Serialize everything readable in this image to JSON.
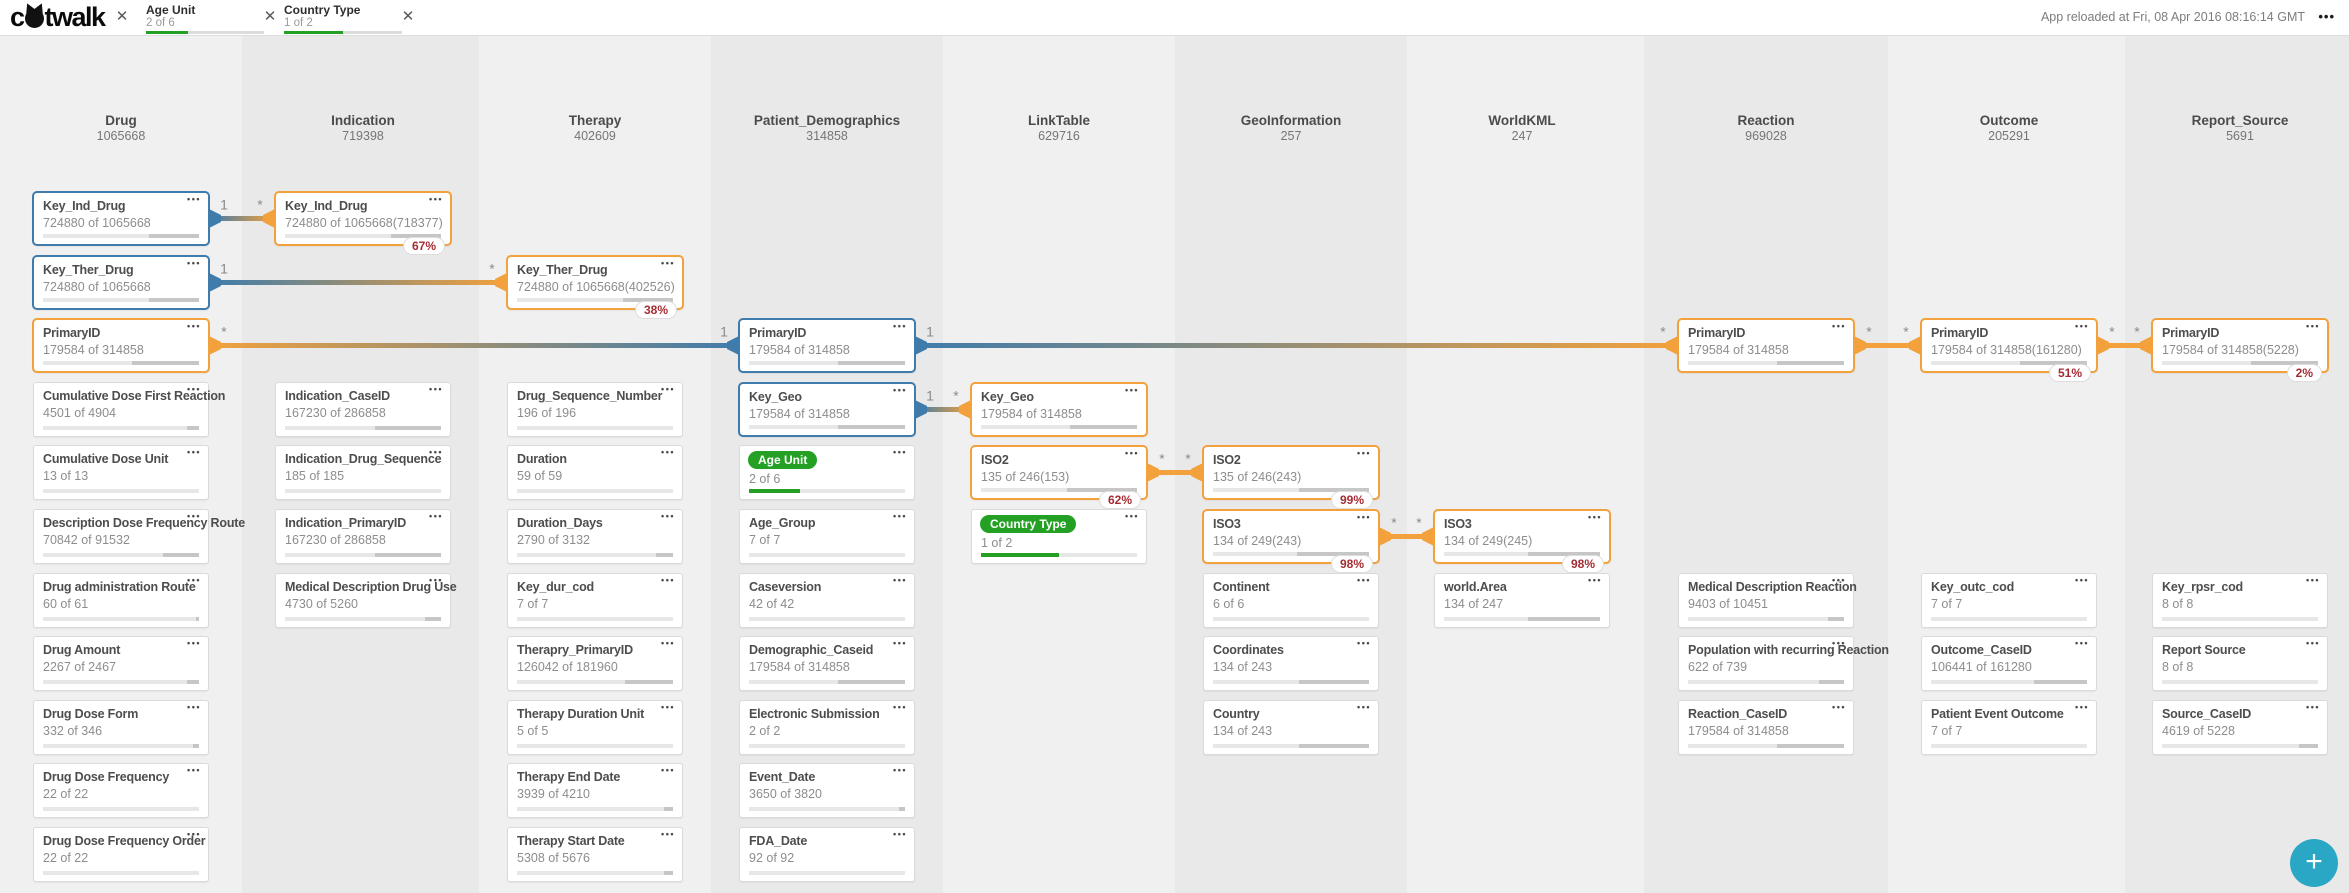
{
  "topbar": {
    "logo_prefix": "c",
    "logo_suffix": "twalk",
    "clear_glyph": "✕",
    "chips": [
      {
        "label": "Age Unit",
        "count": "2 of 6",
        "pct": 36,
        "close_glyph": "✕"
      },
      {
        "label": "Country Type",
        "count": "1 of 2",
        "pct": 50,
        "close_glyph": "✕"
      }
    ],
    "status": "App reloaded at Fri, 08 Apr 2016 08:16:14 GMT",
    "menu_glyph": "•••"
  },
  "colors": {
    "blue": "#3f7cac",
    "orange": "#f2a13c",
    "green": "#24a124",
    "badge_text": "#a62c33",
    "label_gray": "#8a8a8a"
  },
  "fab": {
    "plus_glyph": "+"
  },
  "columns": [
    {
      "name": "Drug",
      "count": "1065668",
      "shaded": false,
      "fields": [
        {
          "title": "Key_Ind_Drug",
          "count": "724880 of 1065668",
          "row": 1,
          "border": "blue",
          "pct": 68
        },
        {
          "title": "Key_Ther_Drug",
          "count": "724880 of 1065668",
          "row": 2,
          "border": "blue",
          "pct": 68
        },
        {
          "title": "PrimaryID",
          "count": "179584 of 314858",
          "row": 3,
          "border": "orange",
          "pct": 57
        },
        {
          "title": "Cumulative Dose First Reaction",
          "count": "4501 of 4904",
          "row": 4,
          "pct": 92
        },
        {
          "title": "Cumulative Dose Unit",
          "count": "13 of 13",
          "row": 5,
          "pct": 100
        },
        {
          "title": "Description Dose Frequency Route",
          "count": "70842 of 91532",
          "row": 6,
          "pct": 77
        },
        {
          "title": "Drug administration Route",
          "count": "60 of 61",
          "row": 7,
          "pct": 98
        },
        {
          "title": "Drug Amount",
          "count": "2267 of 2467",
          "row": 8,
          "pct": 92
        },
        {
          "title": "Drug Dose Form",
          "count": "332 of 346",
          "row": 9,
          "pct": 96
        },
        {
          "title": "Drug Dose Frequency",
          "count": "22 of 22",
          "row": 10,
          "pct": 100
        },
        {
          "title": "Drug Dose Frequency Order",
          "count": "22 of 22",
          "row": 11,
          "pct": 100
        }
      ]
    },
    {
      "name": "Indication",
      "count": "719398",
      "shaded": true,
      "fields": [
        {
          "title": "Key_Ind_Drug",
          "count": "724880 of 1065668(718377)",
          "row": 1,
          "border": "orange",
          "pct": 68,
          "badge": "67%"
        },
        {
          "title": "Indication_CaseID",
          "count": "167230 of 286858",
          "row": 4,
          "pct": 58
        },
        {
          "title": "Indication_Drug_Sequence",
          "count": "185 of 185",
          "row": 5,
          "pct": 100
        },
        {
          "title": "Indication_PrimaryID",
          "count": "167230 of 286858",
          "row": 6,
          "pct": 58
        },
        {
          "title": "Medical Description Drug Use",
          "count": "4730 of 5260",
          "row": 7,
          "pct": 90
        }
      ]
    },
    {
      "name": "Therapy",
      "count": "402609",
      "shaded": false,
      "fields": [
        {
          "title": "Key_Ther_Drug",
          "count": "724880 of 1065668(402526)",
          "row": 2,
          "border": "orange",
          "pct": 68,
          "badge": "38%"
        },
        {
          "title": "Drug_Sequence_Number",
          "count": "196 of 196",
          "row": 4,
          "pct": 100
        },
        {
          "title": "Duration",
          "count": "59 of 59",
          "row": 5,
          "pct": 100
        },
        {
          "title": "Duration_Days",
          "count": "2790 of 3132",
          "row": 6,
          "pct": 89
        },
        {
          "title": "Key_dur_cod",
          "count": "7 of 7",
          "row": 7,
          "pct": 100
        },
        {
          "title": "Therapry_PrimaryID",
          "count": "126042 of 181960",
          "row": 8,
          "pct": 69
        },
        {
          "title": "Therapy Duration Unit",
          "count": "5 of 5",
          "row": 9,
          "pct": 100
        },
        {
          "title": "Therapy End Date",
          "count": "3939 of 4210",
          "row": 10,
          "pct": 94
        },
        {
          "title": "Therapy Start Date",
          "count": "5308 of 5676",
          "row": 11,
          "pct": 94
        }
      ]
    },
    {
      "name": "Patient_Demographics",
      "count": "314858",
      "shaded": true,
      "fields": [
        {
          "title": "PrimaryID",
          "count": "179584 of 314858",
          "row": 3,
          "border": "blue",
          "pct": 57
        },
        {
          "title": "Key_Geo",
          "count": "179584 of 314858",
          "row": 4,
          "border": "blue",
          "pct": 57
        },
        {
          "title": "Age Unit",
          "count": "2 of 6",
          "row": 5,
          "selected": true,
          "pct": 33
        },
        {
          "title": "Age_Group",
          "count": "7 of 7",
          "row": 6,
          "pct": 100
        },
        {
          "title": "Caseversion",
          "count": "42 of 42",
          "row": 7,
          "pct": 100
        },
        {
          "title": "Demographic_Caseid",
          "count": "179584 of 314858",
          "row": 8,
          "pct": 57
        },
        {
          "title": "Electronic Submission",
          "count": "2 of 2",
          "row": 9,
          "pct": 100
        },
        {
          "title": "Event_Date",
          "count": "3650 of 3820",
          "row": 10,
          "pct": 96
        },
        {
          "title": "FDA_Date",
          "count": "92 of 92",
          "row": 11,
          "pct": 100
        }
      ]
    },
    {
      "name": "LinkTable",
      "count": "629716",
      "shaded": false,
      "fields": [
        {
          "title": "Key_Geo",
          "count": "179584 of 314858",
          "row": 4,
          "border": "orange",
          "pct": 57
        },
        {
          "title": "ISO2",
          "count": "135 of 246(153)",
          "row": 5,
          "border": "orange",
          "pct": 55,
          "badge": "62%"
        },
        {
          "title": "Country Type",
          "count": "1 of 2",
          "row": 6,
          "selected": true,
          "pct": 50
        }
      ]
    },
    {
      "name": "GeoInformation",
      "count": "257",
      "shaded": true,
      "fields": [
        {
          "title": "ISO2",
          "count": "135 of 246(243)",
          "row": 5,
          "border": "orange",
          "pct": 55,
          "badge": "99%"
        },
        {
          "title": "ISO3",
          "count": "134 of 249(243)",
          "row": 6,
          "border": "orange",
          "pct": 54,
          "badge": "98%"
        },
        {
          "title": "Continent",
          "count": "6 of 6",
          "row": 7,
          "pct": 100
        },
        {
          "title": "Coordinates",
          "count": "134 of 243",
          "row": 8,
          "pct": 55
        },
        {
          "title": "Country",
          "count": "134 of 243",
          "row": 9,
          "pct": 55
        }
      ]
    },
    {
      "name": "WorldKML",
      "count": "247",
      "shaded": false,
      "fields": [
        {
          "title": "ISO3",
          "count": "134 of 249(245)",
          "row": 6,
          "border": "orange",
          "pct": 54,
          "badge": "98%"
        },
        {
          "title": "world.Area",
          "count": "134 of 247",
          "row": 7,
          "pct": 54
        }
      ]
    },
    {
      "name": "Reaction",
      "count": "969028",
      "shaded": true,
      "fields": [
        {
          "title": "PrimaryID",
          "count": "179584 of 314858",
          "row": 3,
          "border": "orange",
          "pct": 57
        },
        {
          "title": "Medical Description Reaction",
          "count": "9403 of 10451",
          "row": 7,
          "pct": 90
        },
        {
          "title": "Population with recurring Reaction",
          "count": "622 of 739",
          "row": 8,
          "pct": 84
        },
        {
          "title": "Reaction_CaseID",
          "count": "179584 of 314858",
          "row": 9,
          "pct": 57
        }
      ]
    },
    {
      "name": "Outcome",
      "count": "205291",
      "shaded": false,
      "fields": [
        {
          "title": "PrimaryID",
          "count": "179584 of 314858(161280)",
          "row": 3,
          "border": "orange",
          "pct": 57,
          "badge": "51%"
        },
        {
          "title": "Key_outc_cod",
          "count": "7 of 7",
          "row": 7,
          "pct": 100
        },
        {
          "title": "Outcome_CaseID",
          "count": "106441 of 161280",
          "row": 8,
          "pct": 66
        },
        {
          "title": "Patient Event Outcome",
          "count": "7 of 7",
          "row": 9,
          "pct": 100
        }
      ]
    },
    {
      "name": "Report_Source",
      "count": "5691",
      "shaded": true,
      "fields": [
        {
          "title": "PrimaryID",
          "count": "179584 of 314858(5228)",
          "row": 3,
          "border": "orange",
          "pct": 57,
          "badge": "2%"
        },
        {
          "title": "Key_rpsr_cod",
          "count": "8 of 8",
          "row": 7,
          "pct": 100
        },
        {
          "title": "Report Source",
          "count": "8 of 8",
          "row": 8,
          "pct": 100
        },
        {
          "title": "Source_CaseID",
          "count": "4619 of 5228",
          "row": 9,
          "pct": 88
        }
      ]
    }
  ],
  "connections": [
    {
      "from": {
        "column": "Drug",
        "field": "Key_Ind_Drug",
        "cardinality": "1"
      },
      "to": {
        "column": "Indication",
        "field": "Key_Ind_Drug",
        "cardinality": "*"
      }
    },
    {
      "from": {
        "column": "Drug",
        "field": "Key_Ther_Drug",
        "cardinality": "1"
      },
      "to": {
        "column": "Therapy",
        "field": "Key_Ther_Drug",
        "cardinality": "*"
      }
    },
    {
      "from": {
        "column": "Drug",
        "field": "PrimaryID",
        "cardinality": "*"
      },
      "to": {
        "column": "Patient_Demographics",
        "field": "PrimaryID",
        "cardinality": "1"
      }
    },
    {
      "from": {
        "column": "Patient_Demographics",
        "field": "PrimaryID",
        "cardinality": "1"
      },
      "to": {
        "column": "Reaction",
        "field": "PrimaryID",
        "cardinality": "*"
      }
    },
    {
      "from": {
        "column": "Reaction",
        "field": "PrimaryID",
        "cardinality": "*"
      },
      "to": {
        "column": "Outcome",
        "field": "PrimaryID",
        "cardinality": "*"
      }
    },
    {
      "from": {
        "column": "Outcome",
        "field": "PrimaryID",
        "cardinality": "*"
      },
      "to": {
        "column": "Report_Source",
        "field": "PrimaryID",
        "cardinality": "*"
      }
    },
    {
      "from": {
        "column": "Patient_Demographics",
        "field": "Key_Geo",
        "cardinality": "1"
      },
      "to": {
        "column": "LinkTable",
        "field": "Key_Geo",
        "cardinality": "*"
      }
    },
    {
      "from": {
        "column": "LinkTable",
        "field": "ISO2",
        "cardinality": "*"
      },
      "to": {
        "column": "GeoInformation",
        "field": "ISO2",
        "cardinality": "*"
      }
    },
    {
      "from": {
        "column": "GeoInformation",
        "field": "ISO3",
        "cardinality": "*"
      },
      "to": {
        "column": "WorldKML",
        "field": "ISO3",
        "cardinality": "*"
      }
    }
  ]
}
